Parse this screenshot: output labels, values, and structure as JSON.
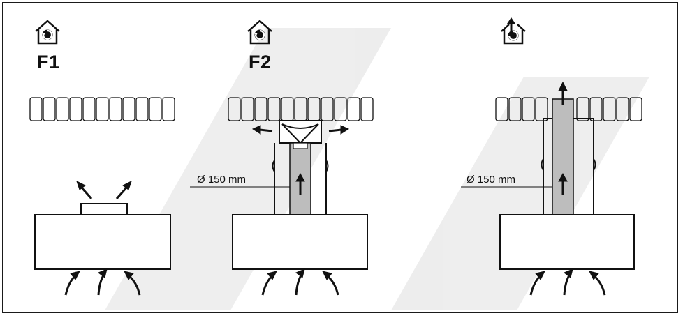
{
  "panels": [
    {
      "id": "f1",
      "mode_label": "F1",
      "icon": "recirculation-house-icon",
      "diameter_label": ""
    },
    {
      "id": "f2",
      "mode_label": "F2",
      "icon": "recirculation-house-icon",
      "diameter_label": "Ø 150 mm"
    },
    {
      "id": "ducted",
      "mode_label": "",
      "icon": "extraction-house-icon",
      "diameter_label": "Ø 150 mm"
    }
  ],
  "colors": {
    "line": "#111111",
    "duct_fill": "#bdbdbd",
    "watermark": "#ececec",
    "background": "#ffffff"
  }
}
